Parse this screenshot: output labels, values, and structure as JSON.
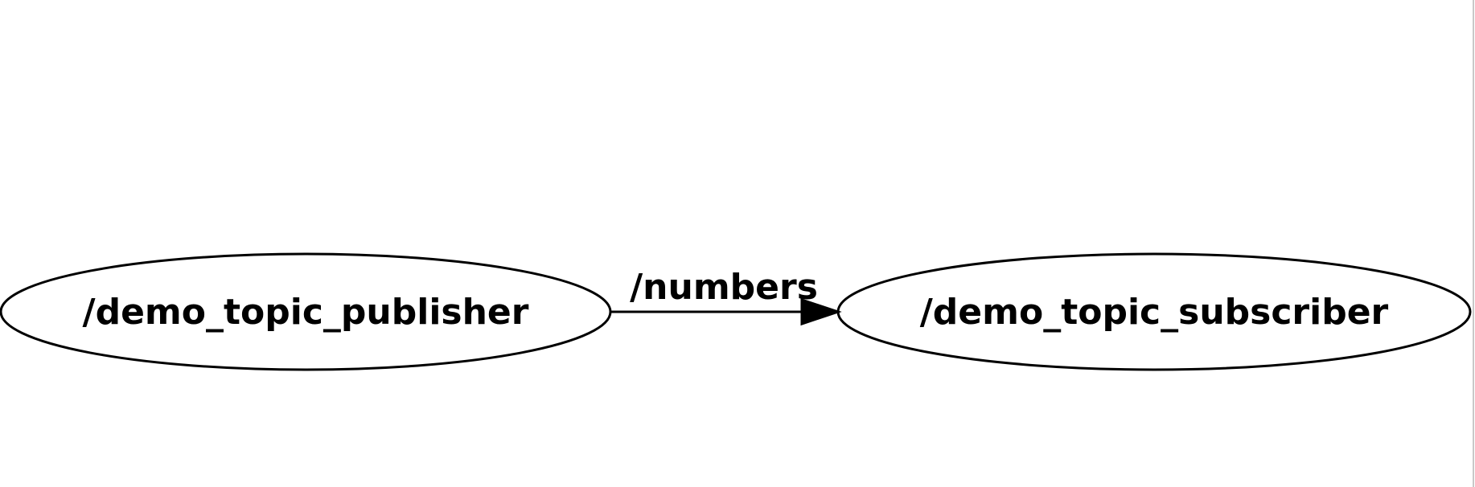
{
  "graph": {
    "nodes": [
      {
        "id": "publisher",
        "label": "/demo_topic_publisher"
      },
      {
        "id": "subscriber",
        "label": "/demo_topic_subscriber"
      }
    ],
    "edges": [
      {
        "from": "publisher",
        "to": "subscriber",
        "label": "/numbers"
      }
    ]
  },
  "colors": {
    "stroke": "#000000",
    "background": "#ffffff",
    "right_border": "#c8c8c8"
  }
}
